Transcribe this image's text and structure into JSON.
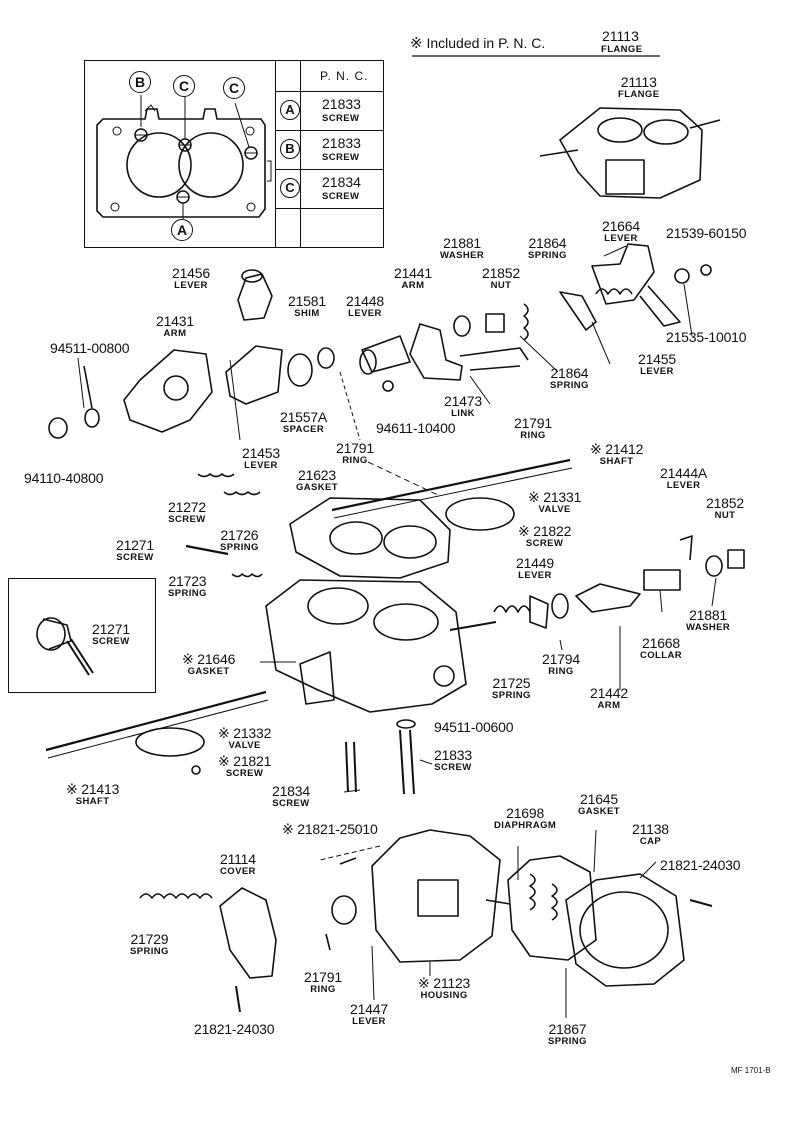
{
  "header": {
    "mark": "※",
    "text": "Included in P. N. C.",
    "pnc": "21113",
    "pnc_name": "FLANGE"
  },
  "legend": {
    "title": "P. N. C.",
    "rows": [
      {
        "mark": "A",
        "pnc": "21833",
        "name": "SCREW"
      },
      {
        "mark": "B",
        "pnc": "21833",
        "name": "SCREW"
      },
      {
        "mark": "C",
        "pnc": "21834",
        "name": "SCREW"
      }
    ],
    "gasket_marks": {
      "top_left": "B",
      "top_mid": "C",
      "top_right": "C",
      "bottom": "A"
    }
  },
  "parts": [
    {
      "pnc": "21113",
      "name": "FLANGE"
    },
    {
      "pnc": "21664",
      "name": "LEVER"
    },
    {
      "pnc": "21539-60150",
      "name": ""
    },
    {
      "pnc": "21881",
      "name": "WASHER"
    },
    {
      "pnc": "21864",
      "name": "SPRING"
    },
    {
      "pnc": "21852",
      "name": "NUT"
    },
    {
      "pnc": "21441",
      "name": "ARM"
    },
    {
      "pnc": "21456",
      "name": "LEVER"
    },
    {
      "pnc": "21581",
      "name": "SHIM"
    },
    {
      "pnc": "21448",
      "name": "LEVER"
    },
    {
      "pnc": "21535-10010",
      "name": ""
    },
    {
      "pnc": "21431",
      "name": "ARM"
    },
    {
      "pnc": "94511-00800",
      "name": ""
    },
    {
      "pnc": "21864",
      "name": "SPRING"
    },
    {
      "pnc": "21455",
      "name": "LEVER"
    },
    {
      "pnc": "21473",
      "name": "LINK"
    },
    {
      "pnc": "21557A",
      "name": "SPACER"
    },
    {
      "pnc": "94611-10400",
      "name": ""
    },
    {
      "pnc": "21791",
      "name": "RING"
    },
    {
      "pnc": "94110-40800",
      "name": ""
    },
    {
      "pnc": "21453",
      "name": "LEVER"
    },
    {
      "pnc": "21791",
      "name": "RING"
    },
    {
      "pnc": "21412",
      "name": "SHAFT",
      "mark": "※"
    },
    {
      "pnc": "21623",
      "name": "GASKET"
    },
    {
      "pnc": "21331",
      "name": "VALVE",
      "mark": "※"
    },
    {
      "pnc": "21444A",
      "name": "LEVER"
    },
    {
      "pnc": "21272",
      "name": "SCREW"
    },
    {
      "pnc": "21852",
      "name": "NUT"
    },
    {
      "pnc": "21726",
      "name": "SPRING"
    },
    {
      "pnc": "21822",
      "name": "SCREW",
      "mark": "※"
    },
    {
      "pnc": "21271",
      "name": "SCREW"
    },
    {
      "pnc": "21449",
      "name": "LEVER"
    },
    {
      "pnc": "21723",
      "name": "SPRING"
    },
    {
      "pnc": "21271",
      "name": "SCREW"
    },
    {
      "pnc": "21881",
      "name": "WASHER"
    },
    {
      "pnc": "21668",
      "name": "COLLAR"
    },
    {
      "pnc": "21646",
      "name": "GASKET",
      "mark": "※"
    },
    {
      "pnc": "21794",
      "name": "RING"
    },
    {
      "pnc": "21725",
      "name": "SPRING"
    },
    {
      "pnc": "21442",
      "name": "ARM"
    },
    {
      "pnc": "94511-00600",
      "name": ""
    },
    {
      "pnc": "21332",
      "name": "VALVE",
      "mark": "※"
    },
    {
      "pnc": "21833",
      "name": "SCREW"
    },
    {
      "pnc": "21821",
      "name": "SCREW",
      "mark": "※"
    },
    {
      "pnc": "21413",
      "name": "SHAFT",
      "mark": "※"
    },
    {
      "pnc": "21834",
      "name": "SCREW"
    },
    {
      "pnc": "21698",
      "name": "DIAPHRAGM"
    },
    {
      "pnc": "21645",
      "name": "GASKET"
    },
    {
      "pnc": "21821-25010",
      "name": "",
      "mark": "※"
    },
    {
      "pnc": "21138",
      "name": "CAP"
    },
    {
      "pnc": "21114",
      "name": "COVER"
    },
    {
      "pnc": "21821-24030",
      "name": ""
    },
    {
      "pnc": "21729",
      "name": "SPRING"
    },
    {
      "pnc": "21791",
      "name": "RING"
    },
    {
      "pnc": "21123",
      "name": "HOUSING",
      "mark": "※"
    },
    {
      "pnc": "21447",
      "name": "LEVER"
    },
    {
      "pnc": "21867",
      "name": "SPRING"
    },
    {
      "pnc": "21821-24030",
      "name": ""
    }
  ],
  "footer": "MF 1701-B"
}
